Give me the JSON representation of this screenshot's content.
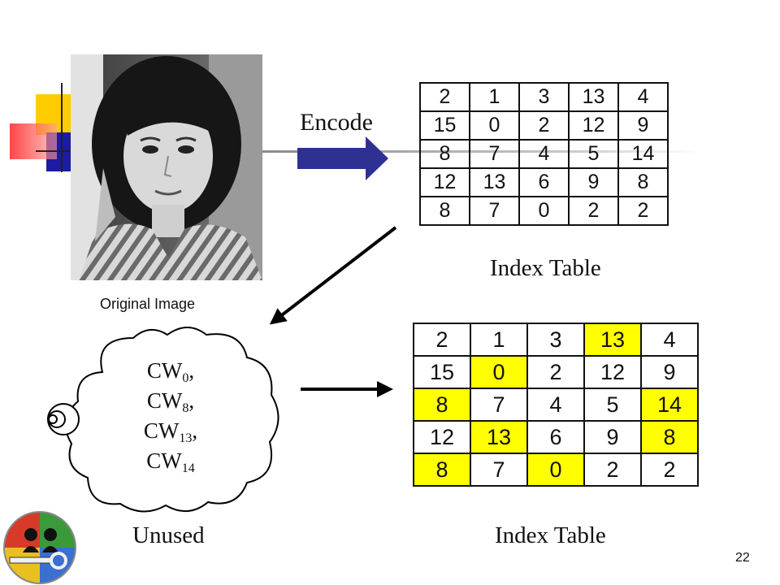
{
  "photo": {
    "caption": "Original Image"
  },
  "encode": {
    "label": "Encode"
  },
  "index_table_top": {
    "label": "Index Table",
    "rows": [
      [
        "2",
        "1",
        "3",
        "13",
        "4"
      ],
      [
        "15",
        "0",
        "2",
        "12",
        "9"
      ],
      [
        "8",
        "7",
        "4",
        "5",
        "14"
      ],
      [
        "12",
        "13",
        "6",
        "9",
        "8"
      ],
      [
        "8",
        "7",
        "0",
        "2",
        "2"
      ]
    ]
  },
  "index_table_bottom": {
    "label": "Index Table",
    "highlight_color": "#ffff00",
    "rows": [
      [
        {
          "v": "2",
          "hl": false
        },
        {
          "v": "1",
          "hl": false
        },
        {
          "v": "3",
          "hl": false
        },
        {
          "v": "13",
          "hl": true
        },
        {
          "v": "4",
          "hl": false
        }
      ],
      [
        {
          "v": "15",
          "hl": false
        },
        {
          "v": "0",
          "hl": true
        },
        {
          "v": "2",
          "hl": false
        },
        {
          "v": "12",
          "hl": false
        },
        {
          "v": "9",
          "hl": false
        }
      ],
      [
        {
          "v": "8",
          "hl": true
        },
        {
          "v": "7",
          "hl": false
        },
        {
          "v": "4",
          "hl": false
        },
        {
          "v": "5",
          "hl": false
        },
        {
          "v": "14",
          "hl": true
        }
      ],
      [
        {
          "v": "12",
          "hl": false
        },
        {
          "v": "13",
          "hl": true
        },
        {
          "v": "6",
          "hl": false
        },
        {
          "v": "9",
          "hl": false
        },
        {
          "v": "8",
          "hl": true
        }
      ],
      [
        {
          "v": "8",
          "hl": true
        },
        {
          "v": "7",
          "hl": false
        },
        {
          "v": "0",
          "hl": true
        },
        {
          "v": "2",
          "hl": false
        },
        {
          "v": "2",
          "hl": false
        }
      ]
    ]
  },
  "cloud": {
    "codewords": [
      {
        "base": "CW",
        "sub": "0",
        "sep": ","
      },
      {
        "base": "CW",
        "sub": "8",
        "sep": ","
      },
      {
        "base": "CW",
        "sub": "13",
        "sep": ","
      },
      {
        "base": "CW",
        "sub": "14",
        "sep": ""
      }
    ],
    "label": "Unused"
  },
  "colors": {
    "arrow_blue": "#2e3192",
    "deco_yellow": "#ffcc00",
    "deco_blue": "#1c1ca0",
    "deco_red": "#ff3c3c"
  },
  "logo": {
    "icon": "key-logo-icon"
  },
  "page_number": "22"
}
